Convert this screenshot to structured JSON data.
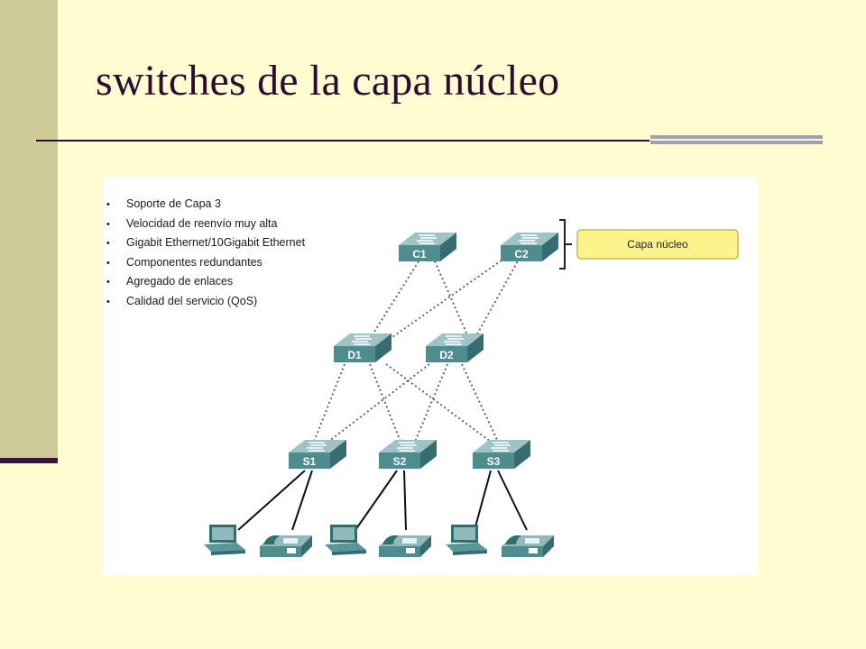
{
  "slide": {
    "title": "switches de la capa núcleo"
  },
  "diagram": {
    "features": [
      "Soporte de Capa 3",
      "Velocidad de reenvío muy alta",
      "Gigabit Ethernet/10Gigabit Ethernet",
      "Componentes redundantes",
      "Agregado de enlaces",
      "Calidad del servicio (QoS)"
    ],
    "core_label": "Capa núcleo",
    "core_switches": [
      "C1",
      "C2"
    ],
    "distribution_switches": [
      "D1",
      "D2"
    ],
    "access_switches": [
      "S1",
      "S2",
      "S3"
    ],
    "end_devices": [
      {
        "type": "laptop-icon"
      },
      {
        "type": "ip-phone-icon"
      },
      {
        "type": "laptop-icon"
      },
      {
        "type": "ip-phone-icon"
      },
      {
        "type": "laptop-icon"
      },
      {
        "type": "ip-phone-icon"
      }
    ],
    "colors": {
      "switch_top": "#9fc3c4",
      "switch_front": "#4e8c8e",
      "switch_side": "#356d70",
      "label_fill": "#fdf38b",
      "label_border": "#c9b94a"
    }
  }
}
